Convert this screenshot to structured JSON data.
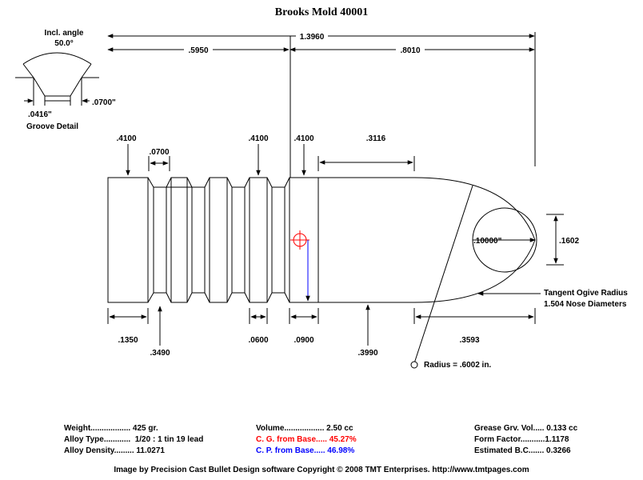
{
  "title": "Brooks Mold   40001",
  "groove_detail": {
    "angle_label": "Incl. angle",
    "angle_value": "50.0°",
    "width_label": ".0416\"",
    "depth_label": ".0700\"",
    "caption": "Groove Detail"
  },
  "dimensions": {
    "overall_length": "1.3960",
    "body_length": ".5950",
    "nose_length": ".8010",
    "band1_dia": ".4100",
    "groove_width": ".0700",
    "band3_dia": ".4100",
    "band4_dia": ".4100",
    "bore_ride_length": ".3116",
    "nose_circle_dia": ".10000\"",
    "meplat_dia": ".1602",
    "base_band_length": ".1350",
    "groove_dia": ".3490",
    "band_width": ".0600",
    "front_band_width": ".0900",
    "nose_dia": ".3990",
    "ogive_length": ".3593"
  },
  "ogive": {
    "line1": "Tangent Ogive Radius",
    "line2": "1.504  Nose Diameters",
    "radius": "Radius = .6002 in."
  },
  "stats": {
    "weight": "Weight.................. 425 gr.",
    "alloy_type": "Alloy Type............  1/20 : 1 tin 19 lead",
    "alloy_density": "Alloy Density......... 11.0271",
    "volume": "Volume.................. 2.50 cc",
    "cg": "C. G. from Base..... 45.27%",
    "cp": "C. P. from Base..... 46.98%",
    "grease": "Grease Grv. Vol..... 0.133 cc",
    "form_factor": "Form Factor...........1.1178",
    "bc": "Estimated B.C....... 0.3266"
  },
  "colors": {
    "cg": "#ff0000",
    "cp": "#0000ff"
  },
  "footer": "Image by Precision Cast Bullet Design software  Copyright © 2008 TMT Enterprises.   http://www.tmtpages.com"
}
